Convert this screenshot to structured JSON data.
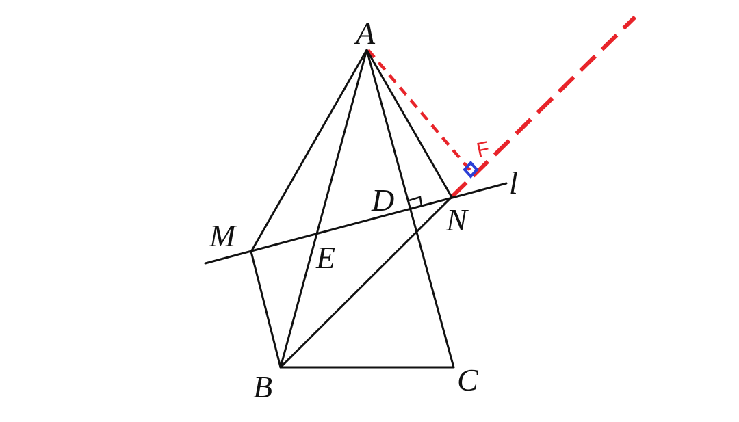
{
  "labels": {
    "A": "A",
    "B": "B",
    "C": "C",
    "D": "D",
    "E": "E",
    "M": "M",
    "N": "N",
    "l": "l",
    "F": "F"
  },
  "colors": {
    "figure": "#111111",
    "annotation_red": "#e8242a",
    "annotation_blue": "#2b3fd6",
    "background": "#ffffff"
  }
}
